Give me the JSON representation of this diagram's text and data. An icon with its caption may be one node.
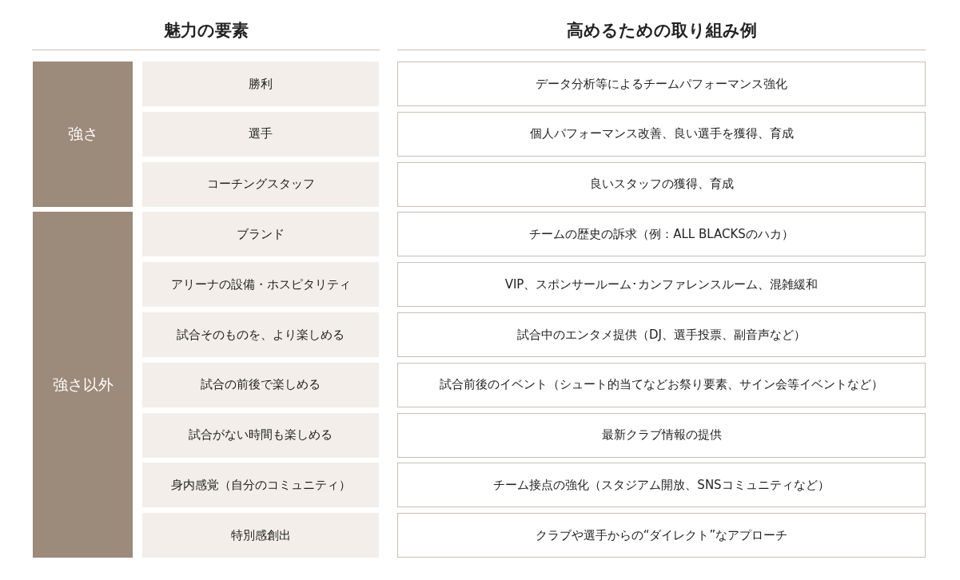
{
  "diagram": {
    "nodes": [
      {
        "text": [
          "強さ"
        ]
      },
      {
        "text": [
          "勝利"
        ]
      },
      {
        "text": [
          "データ分析等によるチームパフォーマンス強化"
        ]
      },
      {
        "text": [
          "選手"
        ]
      },
      {
        "text": [
          "個人パフォーマンス改善、良い選手を獲得、育成"
        ]
      },
      {
        "text": [
          "コーチングスタッフ"
        ]
      },
      {
        "text": [
          "良いスタッフの獲得、育成"
        ]
      },
      {
        "text": [
          "強さ以外"
        ]
      },
      {
        "text": [
          "ブランド"
        ]
      },
      {
        "text": [
          "チームの歴史の訴求（例：ALL BLACKSのハカ）"
        ]
      },
      {
        "text": [
          "アリーナの設備・ホスピタリティ"
        ]
      },
      {
        "text": [
          "VIP、スポンサールーム･カンファレンスルーム、混雑緩和"
        ]
      },
      {
        "text": [
          "試合そのものを、より楽しめる"
        ]
      },
      {
        "text": [
          "試合中のエンタメ提供（DJ、選手投票、副音声など）"
        ]
      },
      {
        "text": [
          "試合の前後で楽しめる"
        ]
      },
      {
        "text": [
          "試合前後のイベント（シュート的当てなどお祭り要素、サイン会等イベントなど）"
        ]
      },
      {
        "text": [
          "試合がない時間も楽しめる"
        ]
      },
      {
        "text": [
          "最新クラブ情報の提供"
        ]
      },
      {
        "text": [
          "身内感覚（自分のコミュニティ）"
        ]
      },
      {
        "text": [
          "チーム接点の強化（スタジアム開放、SNSコミュニティなど）"
        ]
      },
      {
        "text": [
          "特別感創出"
        ]
      },
      {
        "text": [
          "クラブや選手からの“ダイレクト”なアプローチ"
        ]
      }
    ],
    "labels": [
      "魅力の要素",
      "高めるための取り組み例"
    ]
  }
}
